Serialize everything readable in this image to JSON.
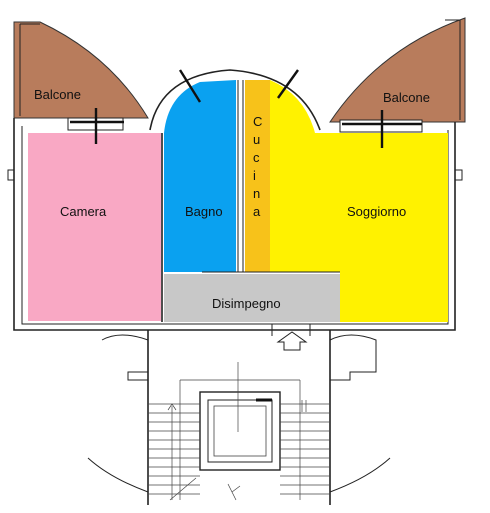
{
  "rooms": {
    "balcone_left": {
      "label": "Balcone",
      "color": "#b87c5c"
    },
    "balcone_right": {
      "label": "Balcone",
      "color": "#b87c5c"
    },
    "camera": {
      "label": "Camera",
      "color": "#f9a8c4"
    },
    "bagno": {
      "label": "Bagno",
      "color": "#0aa1f0"
    },
    "cucina": {
      "label": "Cucina",
      "color": "#f7c21a"
    },
    "soggiorno": {
      "label": "Soggiorno",
      "color": "#fff200"
    },
    "disimpegno": {
      "label": "Disimpegno",
      "color": "#c8c8c8"
    }
  },
  "cucina_letters": [
    "C",
    "u",
    "c",
    "i",
    "n",
    "a"
  ]
}
